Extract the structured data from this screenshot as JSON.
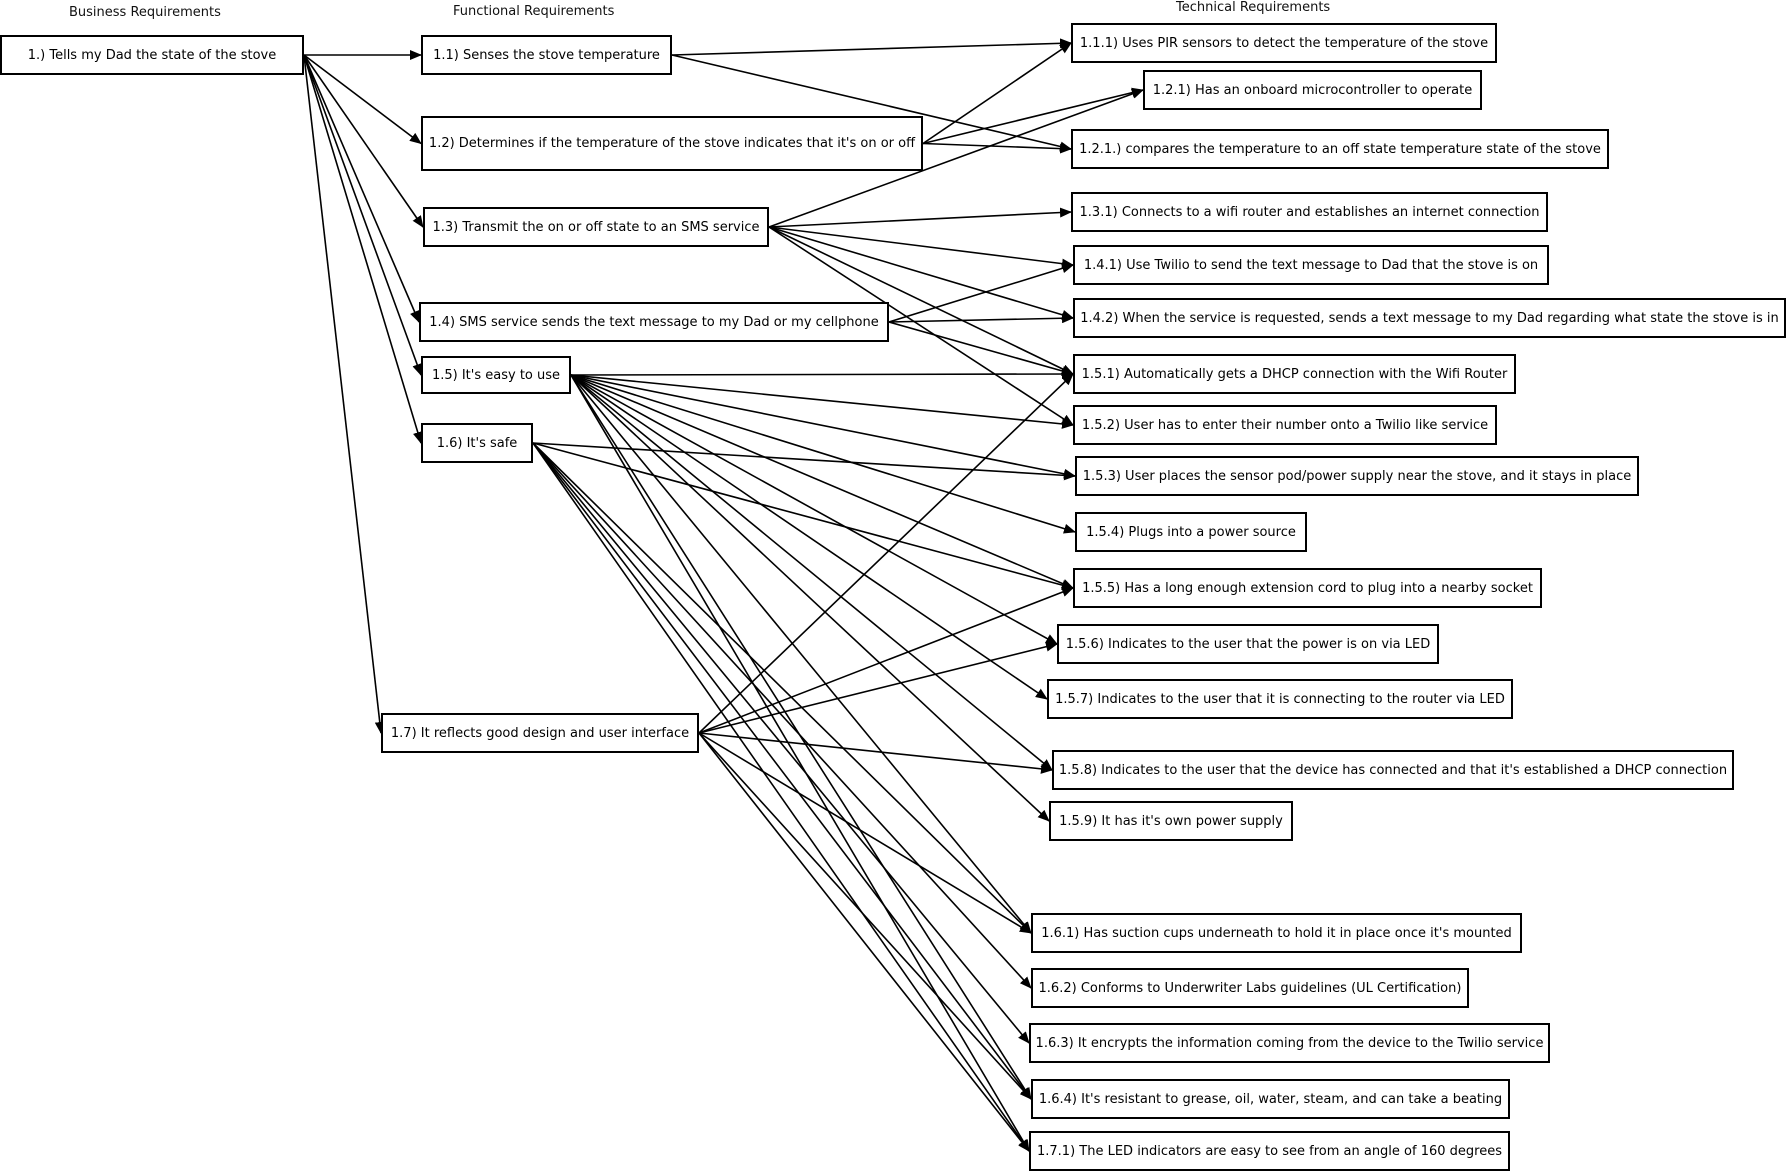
{
  "headers": {
    "business": "Business Requirements",
    "functional": "Functional Requirements",
    "technical": "Technical Requirements"
  },
  "nodes": {
    "b1": "1.) Tells my Dad the state of the stove",
    "f11": "1.1) Senses the stove temperature",
    "f12": "1.2) Determines if the temperature of the stove indicates that it's on or off",
    "f13": "1.3) Transmit the on or off state to an SMS service",
    "f14": "1.4) SMS service sends the text message to my Dad or my cellphone",
    "f15": "1.5) It's easy to use",
    "f16": "1.6) It's safe",
    "f17": "1.7) It reflects good design and user interface",
    "t111": "1.1.1) Uses PIR sensors to detect the temperature of the stove",
    "t121": "1.2.1) Has an onboard microcontroller to operate",
    "t121b": "1.2.1.) compares the temperature to an off state temperature state of the stove",
    "t131": "1.3.1) Connects to a wifi router and establishes an internet connection",
    "t141": "1.4.1) Use Twilio to send the text message to Dad  that the stove is on",
    "t142": "1.4.2) When the service is requested, sends a text message to my Dad regarding what state the stove is in",
    "t151": "1.5.1) Automatically gets a DHCP connection with the Wifi Router",
    "t152": "1.5.2) User has to enter their number onto a Twilio like service",
    "t153": "1.5.3) User places the sensor pod/power supply near the stove, and it stays in place",
    "t154": "1.5.4) Plugs into a power source",
    "t155": "1.5.5) Has a long enough extension cord to plug into a nearby socket",
    "t156": "1.5.6) Indicates to the user that the power is on via LED",
    "t157": "1.5.7) Indicates to the user that it is connecting to the router via LED",
    "t158": "1.5.8) Indicates to the user that the device has connected and that it's established a DHCP connection",
    "t159": "1.5.9) It has it's own power supply",
    "t161": "1.6.1) Has suction cups underneath to hold it in place once it's mounted",
    "t162": "1.6.2) Conforms to Underwriter Labs guidelines (UL Certification)",
    "t163": "1.6.3) It encrypts the information coming from the device to the Twilio service",
    "t164": "1.6.4) It's resistant to grease, oil, water, steam, and can take a beating",
    "t171": "1.7.1) The LED indicators are easy to see from an angle of 160 degrees"
  },
  "edges": [
    [
      "b1",
      "f11"
    ],
    [
      "b1",
      "f12"
    ],
    [
      "b1",
      "f13"
    ],
    [
      "b1",
      "f14"
    ],
    [
      "b1",
      "f15"
    ],
    [
      "b1",
      "f16"
    ],
    [
      "b1",
      "f17"
    ],
    [
      "f11",
      "t111"
    ],
    [
      "f11",
      "t121b"
    ],
    [
      "f12",
      "t111"
    ],
    [
      "f12",
      "t121"
    ],
    [
      "f12",
      "t121b"
    ],
    [
      "f13",
      "t121"
    ],
    [
      "f13",
      "t131"
    ],
    [
      "f13",
      "t141"
    ],
    [
      "f13",
      "t142"
    ],
    [
      "f13",
      "t151"
    ],
    [
      "f13",
      "t152"
    ],
    [
      "f14",
      "t141"
    ],
    [
      "f14",
      "t142"
    ],
    [
      "f14",
      "t151"
    ],
    [
      "f15",
      "t151"
    ],
    [
      "f15",
      "t152"
    ],
    [
      "f15",
      "t153"
    ],
    [
      "f15",
      "t154"
    ],
    [
      "f15",
      "t155"
    ],
    [
      "f15",
      "t156"
    ],
    [
      "f15",
      "t157"
    ],
    [
      "f15",
      "t158"
    ],
    [
      "f15",
      "t159"
    ],
    [
      "f15",
      "t161"
    ],
    [
      "f15",
      "t164"
    ],
    [
      "f15",
      "t171"
    ],
    [
      "f16",
      "t153"
    ],
    [
      "f16",
      "t155"
    ],
    [
      "f16",
      "t161"
    ],
    [
      "f16",
      "t162"
    ],
    [
      "f16",
      "t163"
    ],
    [
      "f16",
      "t164"
    ],
    [
      "f16",
      "t171"
    ],
    [
      "f17",
      "t151"
    ],
    [
      "f17",
      "t155"
    ],
    [
      "f17",
      "t156"
    ],
    [
      "f17",
      "t158"
    ],
    [
      "f17",
      "t161"
    ],
    [
      "f17",
      "t164"
    ],
    [
      "f17",
      "t171"
    ]
  ]
}
